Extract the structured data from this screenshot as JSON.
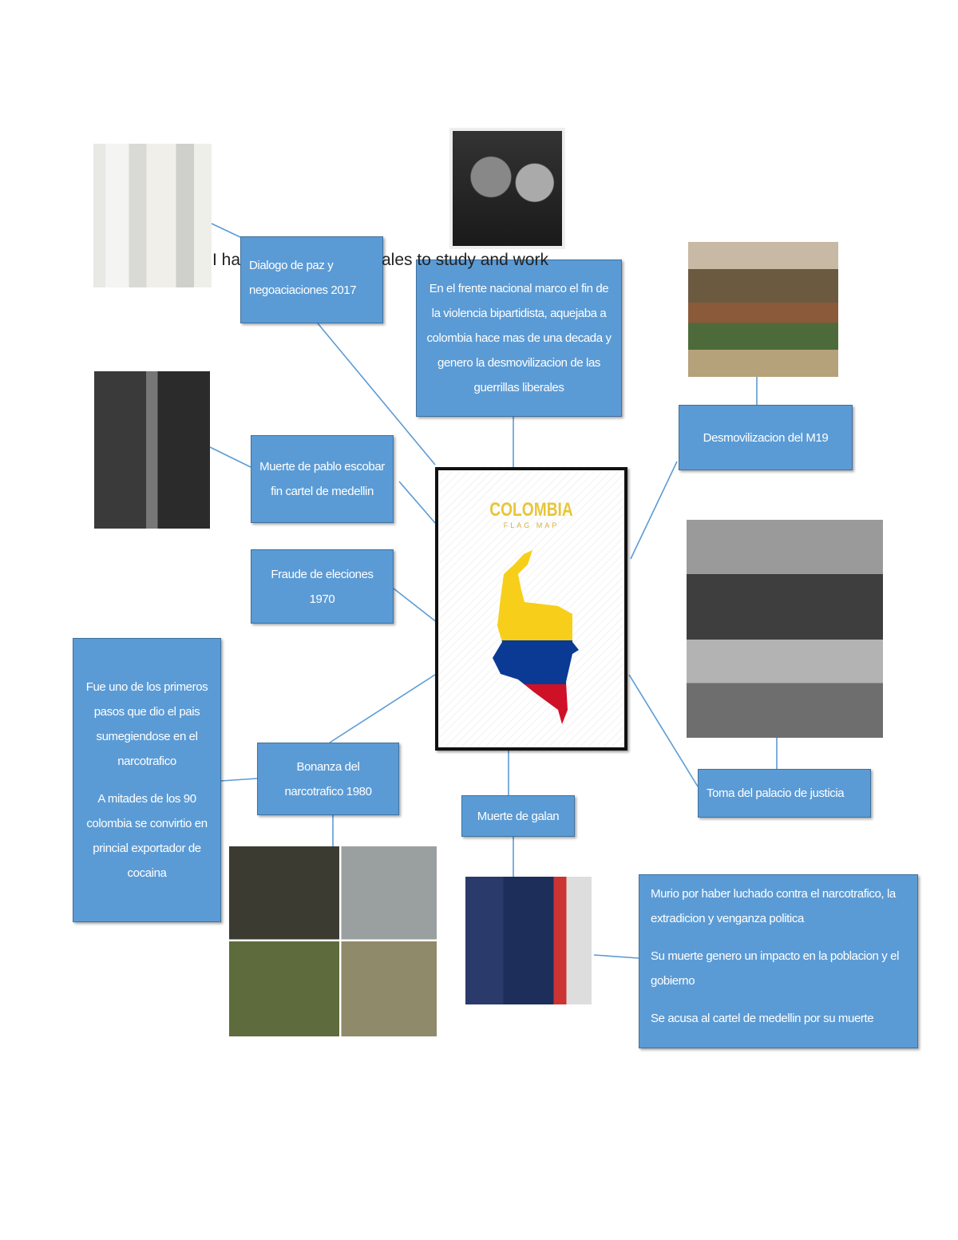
{
  "background_text": {
    "fragment_1": "I hav",
    "fragment_2": "ales to study and work"
  },
  "center": {
    "title": "COLOMBIA",
    "subtitle": "FLAG MAP",
    "flag_colors": [
      "#f7cf1a",
      "#0b3a94",
      "#ce1126"
    ]
  },
  "nodes": {
    "dialogo": "Dialogo de paz y negoaciaciones 2017",
    "frente": "En el frente nacional marco el  fin de la violencia bipartidista, aquejaba a colombia hace mas de una decada y genero la desmovilizacion de las guerrillas liberales",
    "m19": "Desmovilizacion  del M19",
    "pablo": "Muerte de pablo escobar fin cartel de medellin",
    "fraude": "Fraude  de eleciones 1970",
    "bonanza": "Bonanza del narcotrafico 1980",
    "bonanza_detail": [
      "Fue uno de los primeros pasos que dio el pais sumegiendose en el narcotrafico",
      "A mitades de los 90 colombia se convirtio en princial exportador de cocaina"
    ],
    "galan": "Muerte de galan",
    "galan_detail": [
      "Murio por haber luchado contra el narcotrafico, la extradicion y venganza politica",
      "Su muerte genero un impacto en la poblacion y el gobierno",
      "Se acusa al cartel de medellin por su muerte"
    ],
    "palacio": "Toma del palacio de justicia"
  },
  "colors": {
    "box_fill": "#5b9bd5",
    "box_border": "#41719c",
    "connector": "#5b9bd5"
  }
}
